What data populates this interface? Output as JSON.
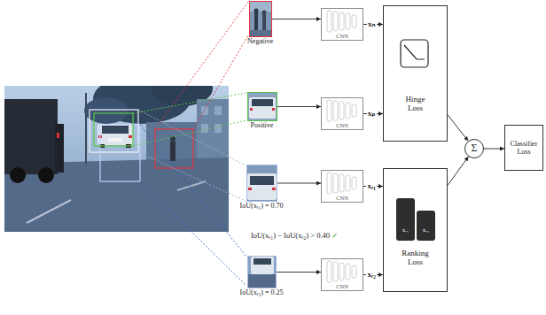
{
  "diagram": {
    "nodes": [
      {
        "text": [
          "Negative"
        ]
      },
      {
        "text": [
          "Positive"
        ]
      },
      {
        "text": [
          "IoU(xᵣ₁) = 0.70"
        ]
      },
      {
        "text": [
          "IoU(xᵣ₂) = 0.25"
        ]
      },
      {
        "text": [
          "CNN"
        ]
      },
      {
        "text": [
          "CNN"
        ]
      },
      {
        "text": [
          "CNN"
        ]
      },
      {
        "text": [
          "CNN"
        ]
      },
      {
        "text": [
          "Hinge Loss"
        ]
      },
      {
        "text": [
          "Ranking Loss"
        ]
      },
      {
        "text": [
          "Σ"
        ]
      },
      {
        "text": [
          "Classifier Loss"
        ]
      }
    ],
    "edges": [
      {
        "from": 0,
        "to": 4,
        "arrow": "to"
      },
      {
        "from": 1,
        "to": 5,
        "arrow": "to"
      },
      {
        "from": 2,
        "to": 6,
        "arrow": "to"
      },
      {
        "from": 3,
        "to": 7,
        "arrow": "to"
      },
      {
        "from": 4,
        "to": 8,
        "arrow": "to",
        "label": "xₙ"
      },
      {
        "from": 5,
        "to": 8,
        "arrow": "to",
        "label": "xₚ"
      },
      {
        "from": 6,
        "to": 9,
        "arrow": "to",
        "label": "xᵣ₁"
      },
      {
        "from": 7,
        "to": 9,
        "arrow": "to",
        "label": "xᵣ₂"
      },
      {
        "from": 8,
        "to": 10,
        "arrow": "to"
      },
      {
        "from": 9,
        "to": 10,
        "arrow": "to"
      },
      {
        "from": 10,
        "to": 11,
        "arrow": "to"
      }
    ],
    "labels": [
      "IoU(xᵣ₁) − IoU(xᵣ₂) > 0.40 ✓",
      "xᵣ₁",
      "xᵣ₂"
    ]
  }
}
